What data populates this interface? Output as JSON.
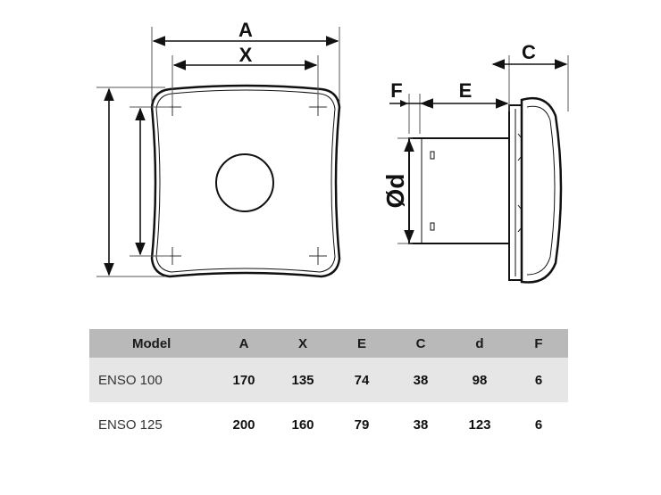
{
  "diagram": {
    "front_view": {
      "labels": {
        "width_outer": "A",
        "width_mount": "X"
      }
    },
    "side_view": {
      "labels": {
        "flange": "F",
        "duct_length": "E",
        "depth": "C",
        "diameter": "Ød"
      }
    }
  },
  "table": {
    "headers": [
      "Model",
      "A",
      "X",
      "E",
      "C",
      "d",
      "F"
    ],
    "rows": [
      {
        "model": "ENSO 100",
        "A": "170",
        "X": "135",
        "E": "74",
        "C": "38",
        "d": "98",
        "F": "6"
      },
      {
        "model": "ENSO 125",
        "A": "200",
        "X": "160",
        "E": "79",
        "C": "38",
        "d": "123",
        "F": "6"
      }
    ],
    "colors": {
      "header_bg": "#b9b9b9",
      "stripe_bg": "#e6e6e6"
    }
  }
}
